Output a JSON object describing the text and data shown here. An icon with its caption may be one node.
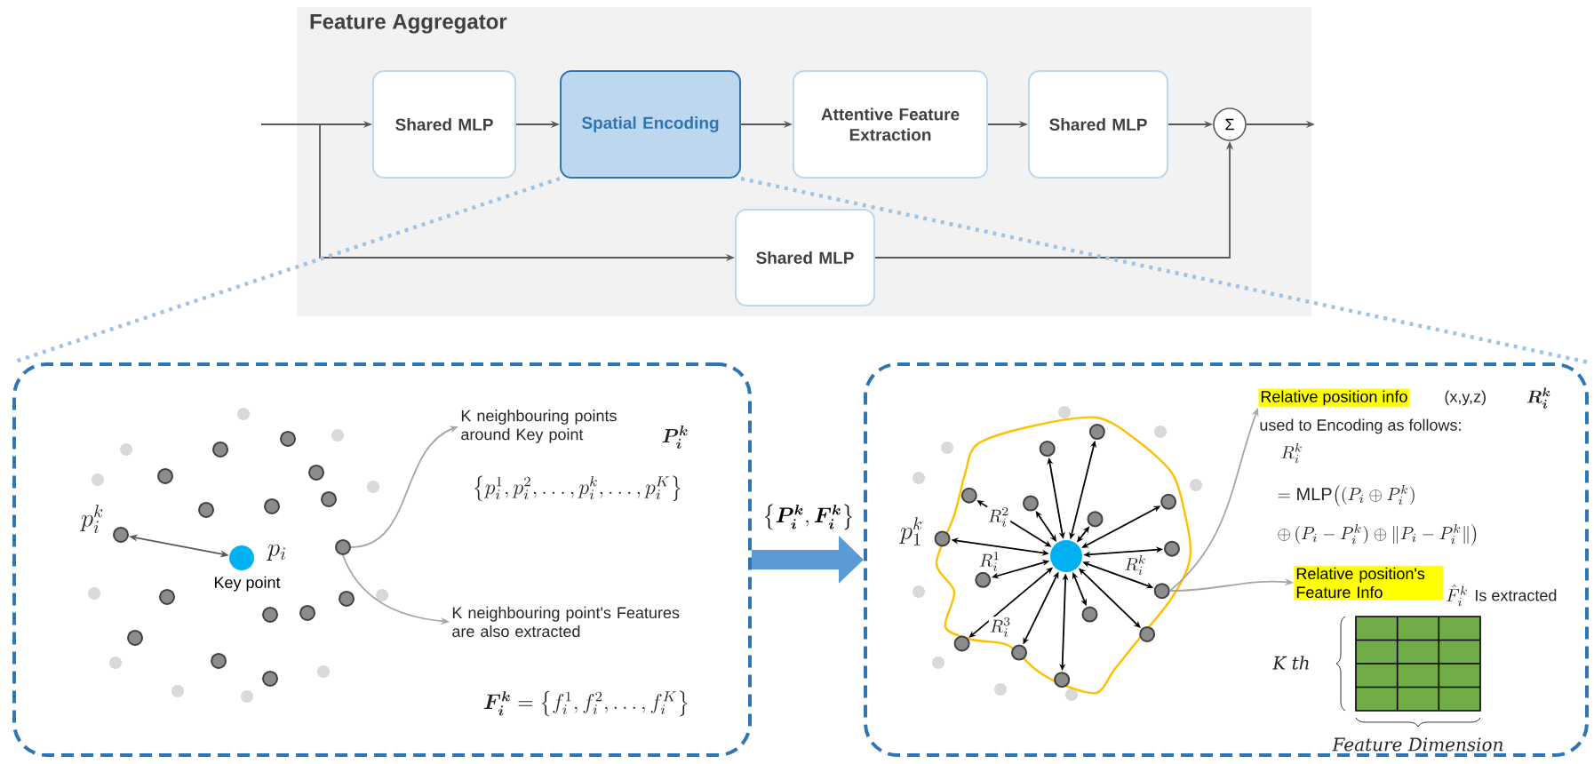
{
  "diagram": {
    "nodes": [
      {
        "text": [
          "Feature Aggregator"
        ]
      },
      {
        "text": [
          "Shared MLP"
        ],
        "in": 0
      },
      {
        "text": [
          "Spatial Encoding"
        ],
        "in": 0
      },
      {
        "text": [
          "Attentive Feature Extraction"
        ],
        "in": 0
      },
      {
        "text": [
          "Shared MLP"
        ],
        "in": 0
      },
      {
        "text": [
          "Σ"
        ],
        "in": 0
      },
      {
        "text": [
          "Shared MLP"
        ],
        "in": 0
      },
      {
        "text": [],
        "shape": "box"
      },
      {
        "text": [
          "K neighbouring points around Key point"
        ],
        "in": 7
      },
      {
        "text": [],
        "shape": "circle",
        "in": 7
      },
      {
        "text": [],
        "shape": "circle",
        "in": 7,
        "beside": [
          "Key point"
        ]
      },
      {
        "text": [],
        "shape": "circle",
        "in": 7
      },
      {
        "text": [
          "K neighbouring point's Features are also extracted"
        ],
        "in": 7
      },
      {
        "text": [],
        "shape": "box"
      },
      {
        "text": [
          "Relative position info"
        ],
        "in": 13
      },
      {
        "text": [
          "Relative position's Feature Info"
        ],
        "in": 13
      },
      {
        "text": [],
        "shape": "circle",
        "in": 13
      },
      {
        "text": [],
        "shape": "circle",
        "in": 13
      },
      {
        "text": [],
        "shape": "circle",
        "in": 13
      },
      {
        "text": [],
        "shape": "circle",
        "in": 13
      },
      {
        "text": [],
        "shape": "circle",
        "in": 13
      },
      {
        "text": [],
        "shape": "circle",
        "in": 13
      },
      {
        "text": [],
        "shape": "circle",
        "in": 13
      },
      {
        "text": [],
        "shape": "circle",
        "in": 13
      },
      {
        "text": [],
        "shape": "circle",
        "in": 13
      },
      {
        "text": [],
        "shape": "circle",
        "in": 13
      },
      {
        "text": [],
        "shape": "circle",
        "in": 13
      },
      {
        "text": [],
        "shape": "circle",
        "in": 13
      },
      {
        "text": [],
        "shape": "circle",
        "in": 13
      },
      {
        "text": [],
        "shape": "circle",
        "in": 13
      },
      {
        "text": [],
        "shape": "circle",
        "in": 13
      },
      {
        "text": [],
        "shape": "circle",
        "in": 13
      }
    ],
    "edges": [
      {
        "from": null,
        "to": 1,
        "arrow": "to",
        "color": "#595959"
      },
      {
        "from": null,
        "to": 6,
        "arrow": "to",
        "color": "#595959"
      },
      {
        "from": 1,
        "to": 2,
        "arrow": "to",
        "color": "#595959"
      },
      {
        "from": 2,
        "to": 3,
        "arrow": "to",
        "color": "#595959"
      },
      {
        "from": 3,
        "to": 4,
        "arrow": "to",
        "color": "#595959"
      },
      {
        "from": 4,
        "to": 5,
        "arrow": "to",
        "color": "#595959"
      },
      {
        "from": 6,
        "to": 5,
        "arrow": "to",
        "color": "#595959"
      },
      {
        "from": 5,
        "to": null,
        "arrow": "to",
        "color": "#595959"
      },
      {
        "from": 2,
        "to": 7,
        "arrow": "none",
        "style": "dashed",
        "color": "#9dc3e6"
      },
      {
        "from": 2,
        "to": 13,
        "arrow": "none",
        "style": "dashed",
        "color": "#9dc3e6"
      },
      {
        "from": 7,
        "to": 13,
        "arrow": "to",
        "style": "thick",
        "color": "#5b9bd5",
        "label": "\\left\\{\\boldsymbol{P_i^k}, \\boldsymbol{F_i^k}\\right\\}"
      },
      {
        "from": 9,
        "to": 10,
        "arrow": "both",
        "color": "#595959"
      },
      {
        "from": 11,
        "to": 8,
        "arrow": "to",
        "color": "#a6a6a6"
      },
      {
        "from": 11,
        "to": 12,
        "arrow": "to",
        "color": "#a6a6a6"
      },
      {
        "from": 16,
        "to": 17,
        "arrow": "both"
      },
      {
        "from": 16,
        "to": 18,
        "arrow": "both"
      },
      {
        "from": 16,
        "to": 19,
        "arrow": "both"
      },
      {
        "from": 16,
        "to": 20,
        "arrow": "both"
      },
      {
        "from": 16,
        "to": 21,
        "arrow": "both"
      },
      {
        "from": 16,
        "to": 22,
        "arrow": "both"
      },
      {
        "from": 16,
        "to": 23,
        "arrow": "both"
      },
      {
        "from": 16,
        "to": 24,
        "arrow": "both"
      },
      {
        "from": 16,
        "to": 25,
        "arrow": "both"
      },
      {
        "from": 16,
        "to": 26,
        "arrow": "both"
      },
      {
        "from": 16,
        "to": 27,
        "arrow": "both"
      },
      {
        "from": 16,
        "to": 28,
        "arrow": "both"
      },
      {
        "from": 16,
        "to": 29,
        "arrow": "both"
      },
      {
        "from": 16,
        "to": 30,
        "arrow": "both"
      },
      {
        "from": 16,
        "to": 31,
        "arrow": "both"
      },
      {
        "from": 25,
        "to": 14,
        "arrow": "to",
        "color": "#a6a6a6"
      },
      {
        "from": 25,
        "to": 15,
        "arrow": "to",
        "color": "#a6a6a6"
      }
    ],
    "labels": [
      "\\boldsymbol{P_i^k}",
      "\\left\\{p_i^1, p_i^2, \\ldots, p_i^k, \\ldots, p_i^K\\right\\}",
      "p_i^k",
      "p_i",
      "\\boldsymbol{F_i^k} = \\left\\{f_i^1, f_i^2, \\ldots, f_i^K\\right\\}",
      "(x,y,z)",
      "\\boldsymbol{R_i^k}",
      "used to Encoding as follows:",
      "R_i^k",
      "= \\mathrm{MLP}\\big((P_i \\oplus P_i^k)",
      "p_1^k",
      "R_i^2",
      "\\oplus\\,(P_i - P_i^k) \\oplus \\|P_i - P_i^k\\|\\big)",
      "R_i^1",
      "R_i^k",
      "\\hat{F}_i^k",
      "Is extracted",
      "R_i^3",
      "K th",
      "Feature Dimension"
    ]
  }
}
